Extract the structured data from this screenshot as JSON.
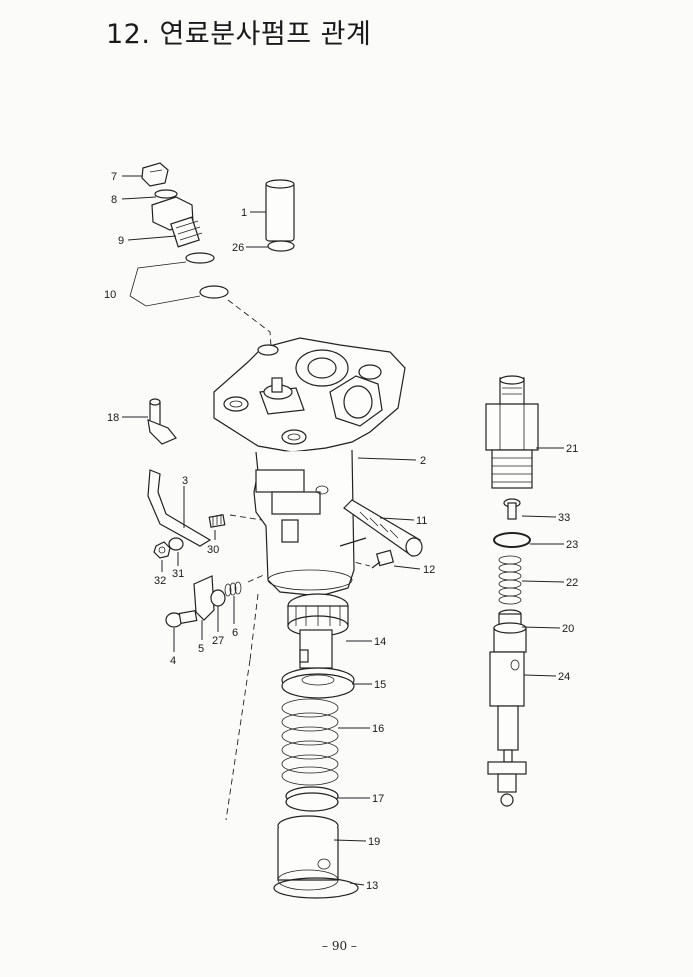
{
  "page": {
    "title": "12. 연료분사펌프 관계",
    "page_number": "– 90 –"
  },
  "callouts": {
    "c1": "1",
    "c2": "2",
    "c3": "3",
    "c4": "4",
    "c5": "5",
    "c6": "6",
    "c7": "7",
    "c8": "8",
    "c9": "9",
    "c10": "10",
    "c11": "11",
    "c12": "12",
    "c13": "13",
    "c14": "14",
    "c15": "15",
    "c16": "16",
    "c17": "17",
    "c18": "18",
    "c19": "19",
    "c20": "20",
    "c21": "21",
    "c22": "22",
    "c23": "23",
    "c24": "24",
    "c26": "26",
    "c27": "27",
    "c30": "30",
    "c31": "31",
    "c32": "32",
    "c33": "33"
  }
}
